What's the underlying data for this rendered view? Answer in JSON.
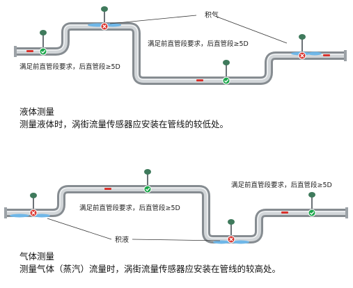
{
  "liquid": {
    "callout": "积气",
    "requirement_left": "满足前直管段要求，后直管段≥5D",
    "requirement_right": "满足前直管段要求，后直管段≥5D",
    "title": "液体测量",
    "description": "测量液体时，涡街流量传感器应安装在管线的较低处。"
  },
  "gas": {
    "callout": "积液",
    "requirement_left": "满足前直管段要求，后直管段≥5D",
    "requirement_right": "满足前直管段要求，后直管段≥5D",
    "title": "气体测量",
    "description": "测量气体（蒸汽）流量时，涡街流量传感器应安装在管线的较高处。"
  },
  "colors": {
    "pipe": "#b8bdc2",
    "ok": "#1aa64a",
    "bad": "#d9312b",
    "sensor_head": "#3f7a5c",
    "water": "#6fb7e8"
  }
}
